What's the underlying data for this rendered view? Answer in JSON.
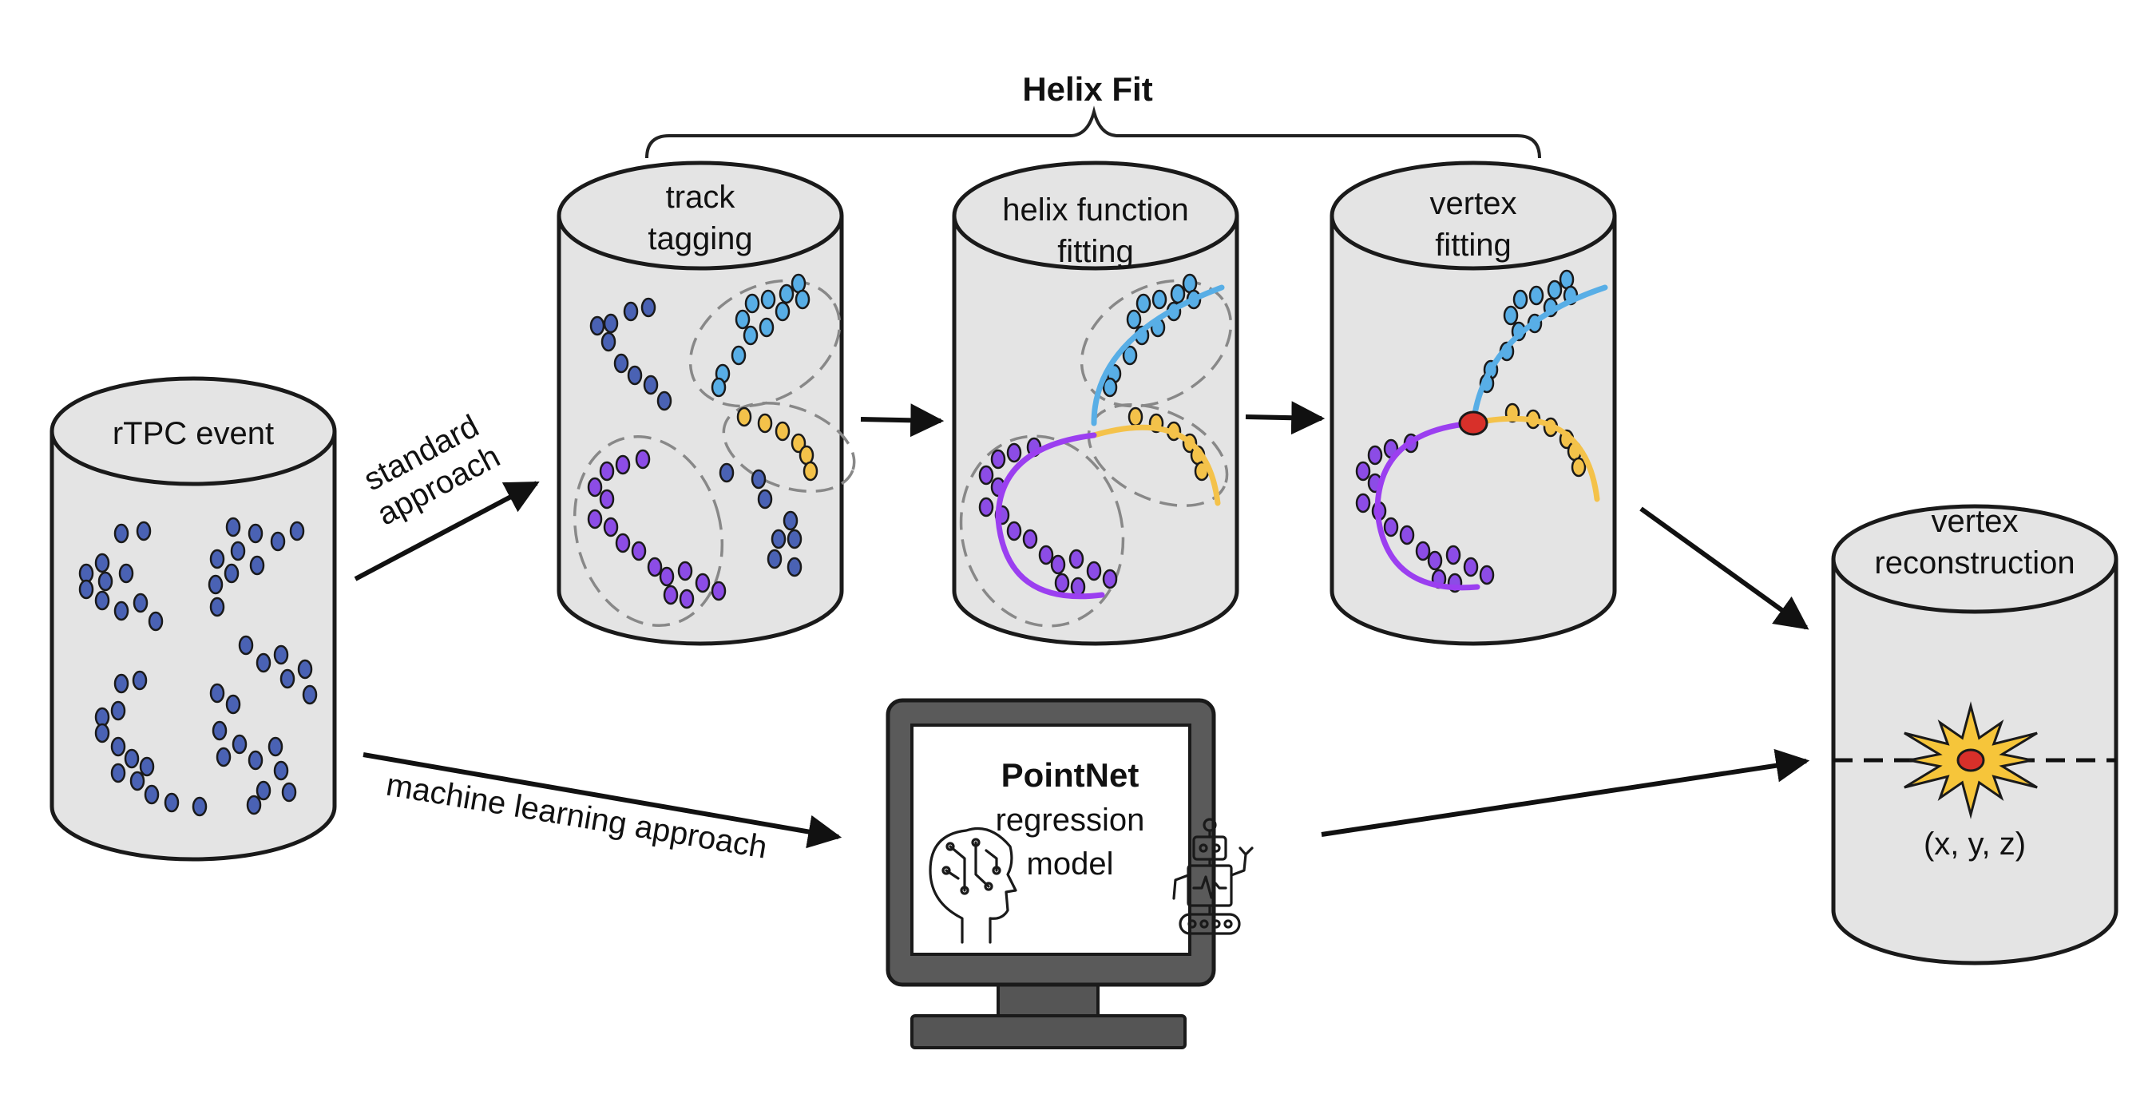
{
  "title": "Helix Fit",
  "cylinders": {
    "event": {
      "label": "rTPC event"
    },
    "tagging": {
      "line1": "track",
      "line2": "tagging"
    },
    "helix": {
      "line1": "helix function",
      "line2": "fitting"
    },
    "vertexfit": {
      "line1": "vertex",
      "line2": "fitting"
    },
    "recon": {
      "line1": "vertex",
      "line2": "reconstruction",
      "coords": "(x, y, z)"
    }
  },
  "approaches": {
    "standard": {
      "line1": "standard",
      "line2": "approach"
    },
    "ml": {
      "label": "machine learning approach"
    }
  },
  "model": {
    "name": "PointNet",
    "line1": "regression",
    "line2": "model"
  },
  "icons": [
    "brain-circuit-icon",
    "robot-icon",
    "explosion-icon",
    "arrow-icon",
    "brace-icon"
  ],
  "colors": {
    "cylinder_fill": "#e4e4e4",
    "cylinder_stroke": "#1a1a1a",
    "point_dark_blue": "#4a62b4",
    "point_light_blue": "#58aee6",
    "point_purple": "#8c4ce6",
    "point_yellow": "#f3c24a",
    "track_blue": "#58aee6",
    "track_purple": "#9b3ff0",
    "track_yellow": "#f4c24a",
    "vertex_red": "#d8302a",
    "monitor_frame": "#555555"
  }
}
